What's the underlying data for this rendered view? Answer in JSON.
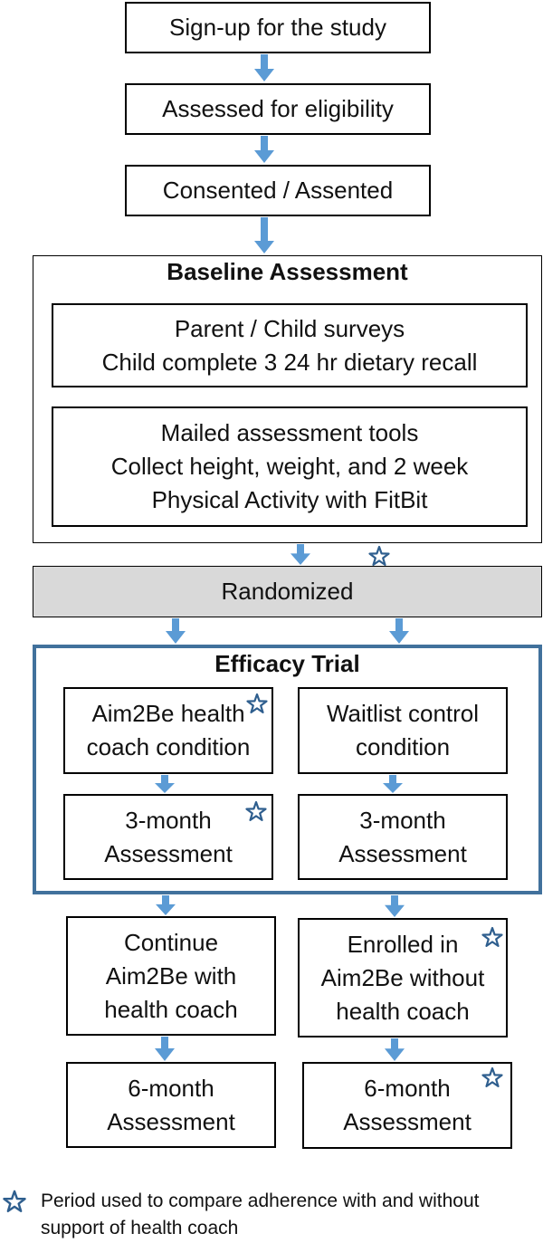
{
  "steps": {
    "signup": "Sign-up for the study",
    "eligibility": "Assessed for eligibility",
    "consent": "Consented / Assented"
  },
  "baseline": {
    "title": "Baseline Assessment",
    "surveys": [
      "Parent / Child surveys",
      "Child complete 3 24 hr dietary recall"
    ],
    "mailed": [
      "Mailed assessment tools",
      "Collect height, weight, and 2 week",
      "Physical Activity with FitBit"
    ]
  },
  "randomized": "Randomized",
  "efficacy": {
    "title": "Efficacy Trial",
    "health_coach": [
      "Aim2Be health",
      "coach condition"
    ],
    "waitlist": [
      "Waitlist control",
      "condition"
    ],
    "assess3_left": [
      "3-month",
      "Assessment"
    ],
    "assess3_right": [
      "3-month",
      "Assessment"
    ]
  },
  "followup": {
    "continue": [
      "Continue",
      "Aim2Be with",
      "health coach"
    ],
    "enrolled": [
      "Enrolled in",
      "Aim2Be without",
      "health coach"
    ],
    "assess6_left": [
      "6-month",
      "Assessment"
    ],
    "assess6_right": [
      "6-month",
      "Assessment"
    ]
  },
  "legend": {
    "icon": "star-outline-icon",
    "text": "Period used to compare adherence with and without support of health coach"
  },
  "colors": {
    "arrow": "#5b9bd5",
    "star": "#2e5e8e",
    "efficacy_border": "#41719c",
    "randomized_fill": "#d9d9d9"
  }
}
